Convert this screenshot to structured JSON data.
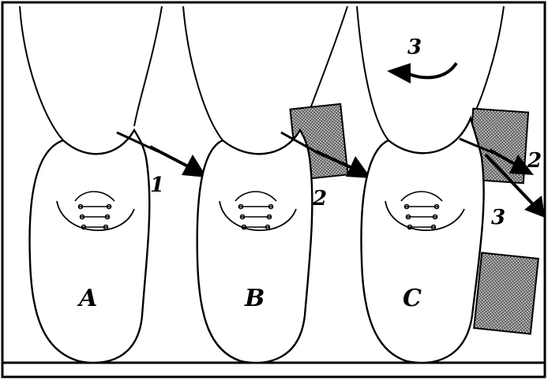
{
  "panels": [
    {
      "label": "A",
      "step": "1"
    },
    {
      "label": "B",
      "step": "2"
    },
    {
      "label": "C",
      "steps": [
        "2",
        "3"
      ],
      "rotation_step": "3"
    }
  ],
  "colors": {
    "ink": "#000000",
    "paper": "#ffffff",
    "block": "#6a6a6a"
  }
}
